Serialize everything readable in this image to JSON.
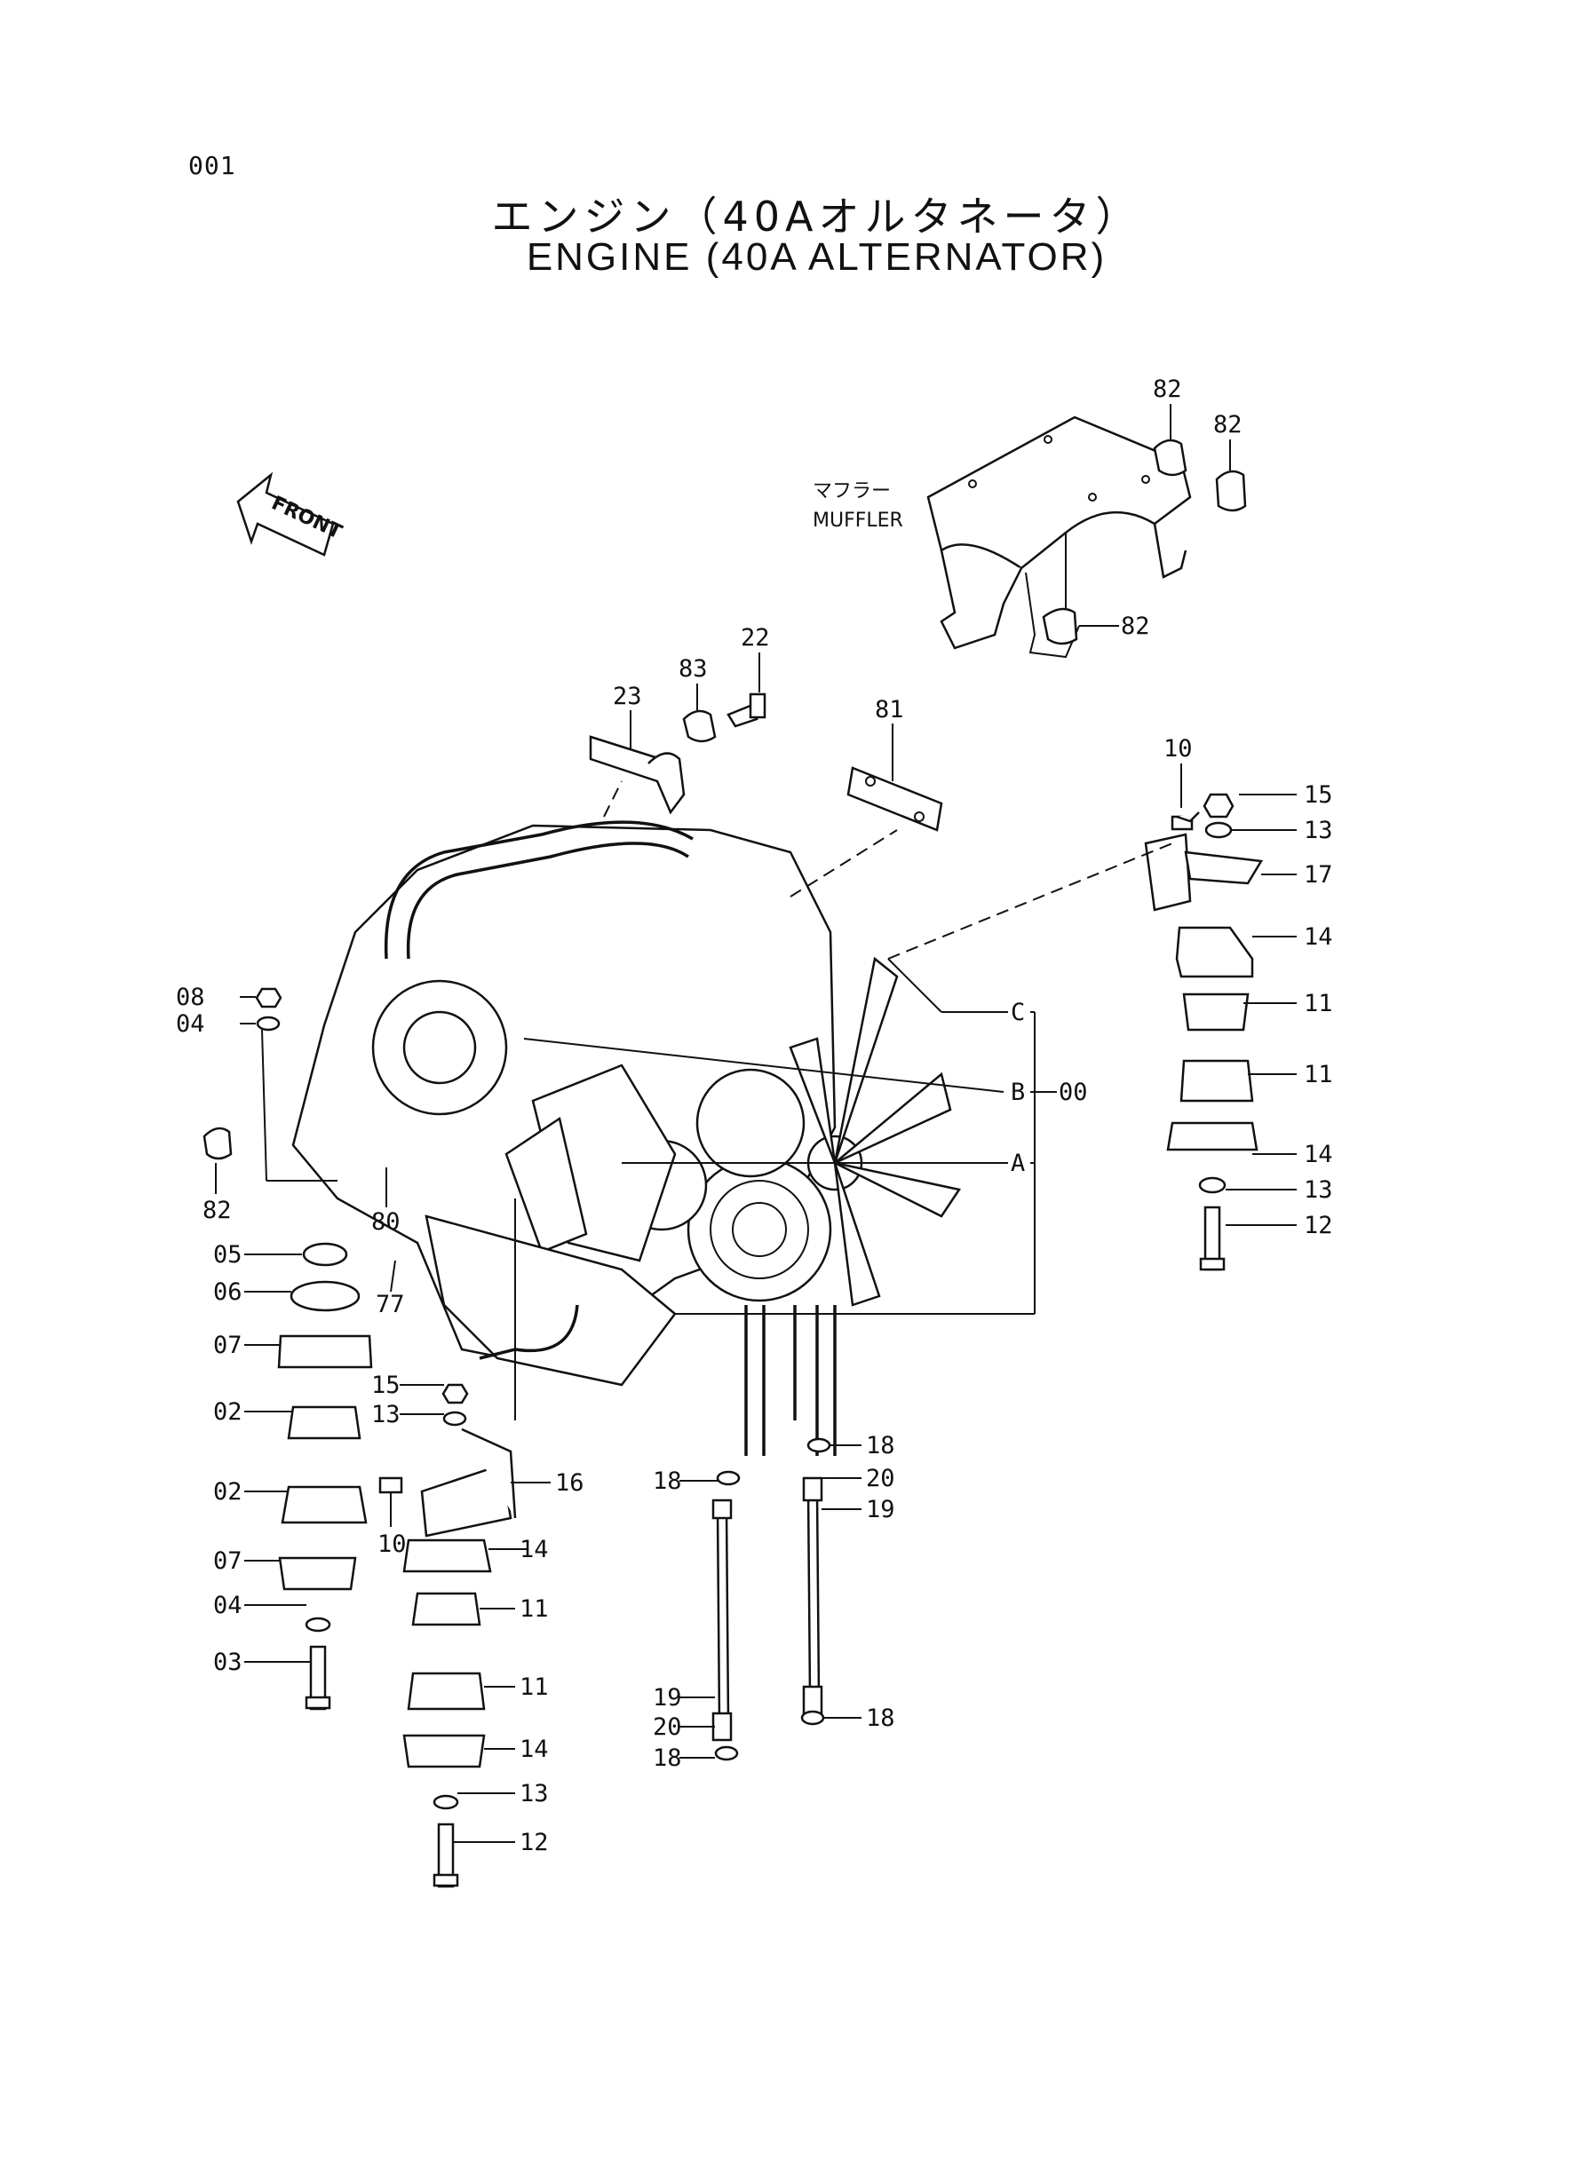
{
  "page_number": "001",
  "title_jp": "エンジン（40Aオルタネータ）",
  "title_en": "ENGINE (40A ALTERNATOR)",
  "front_arrow": {
    "label": "FRONT",
    "icon": "arrow-icon"
  },
  "muffler": {
    "label_jp": "マフラー",
    "label_en": "MUFFLER"
  },
  "callouts": {
    "c82a": "82",
    "c82b": "82",
    "c82c": "82",
    "c82d": "82",
    "c22": "22",
    "c83": "83",
    "c23": "23",
    "c81": "81",
    "c10a": "10",
    "c15a": "15",
    "c13a": "13",
    "c17": "17",
    "c14a": "14",
    "c11a": "11",
    "c11b": "11",
    "c14b": "14",
    "c13b": "13",
    "c12a": "12",
    "c08": "08",
    "c04a": "04",
    "c80": "80",
    "c77": "77",
    "c05": "05",
    "c06": "06",
    "c07a": "07",
    "c02a": "02",
    "c02b": "02",
    "c07b": "07",
    "c04b": "04",
    "c03": "03",
    "c15b": "15",
    "c13c": "13",
    "c16": "16",
    "c10b": "10",
    "c14c": "14",
    "c11c": "11",
    "c11d": "11",
    "c14d": "14",
    "c13d": "13",
    "c12b": "12",
    "c18a": "18",
    "c18b": "18",
    "c20a": "20",
    "c19a": "19",
    "c19b": "19",
    "c20b": "20",
    "c18c": "18",
    "c18d": "18",
    "refC": "C",
    "refB": "B",
    "refA": "A",
    "c00": "00"
  }
}
